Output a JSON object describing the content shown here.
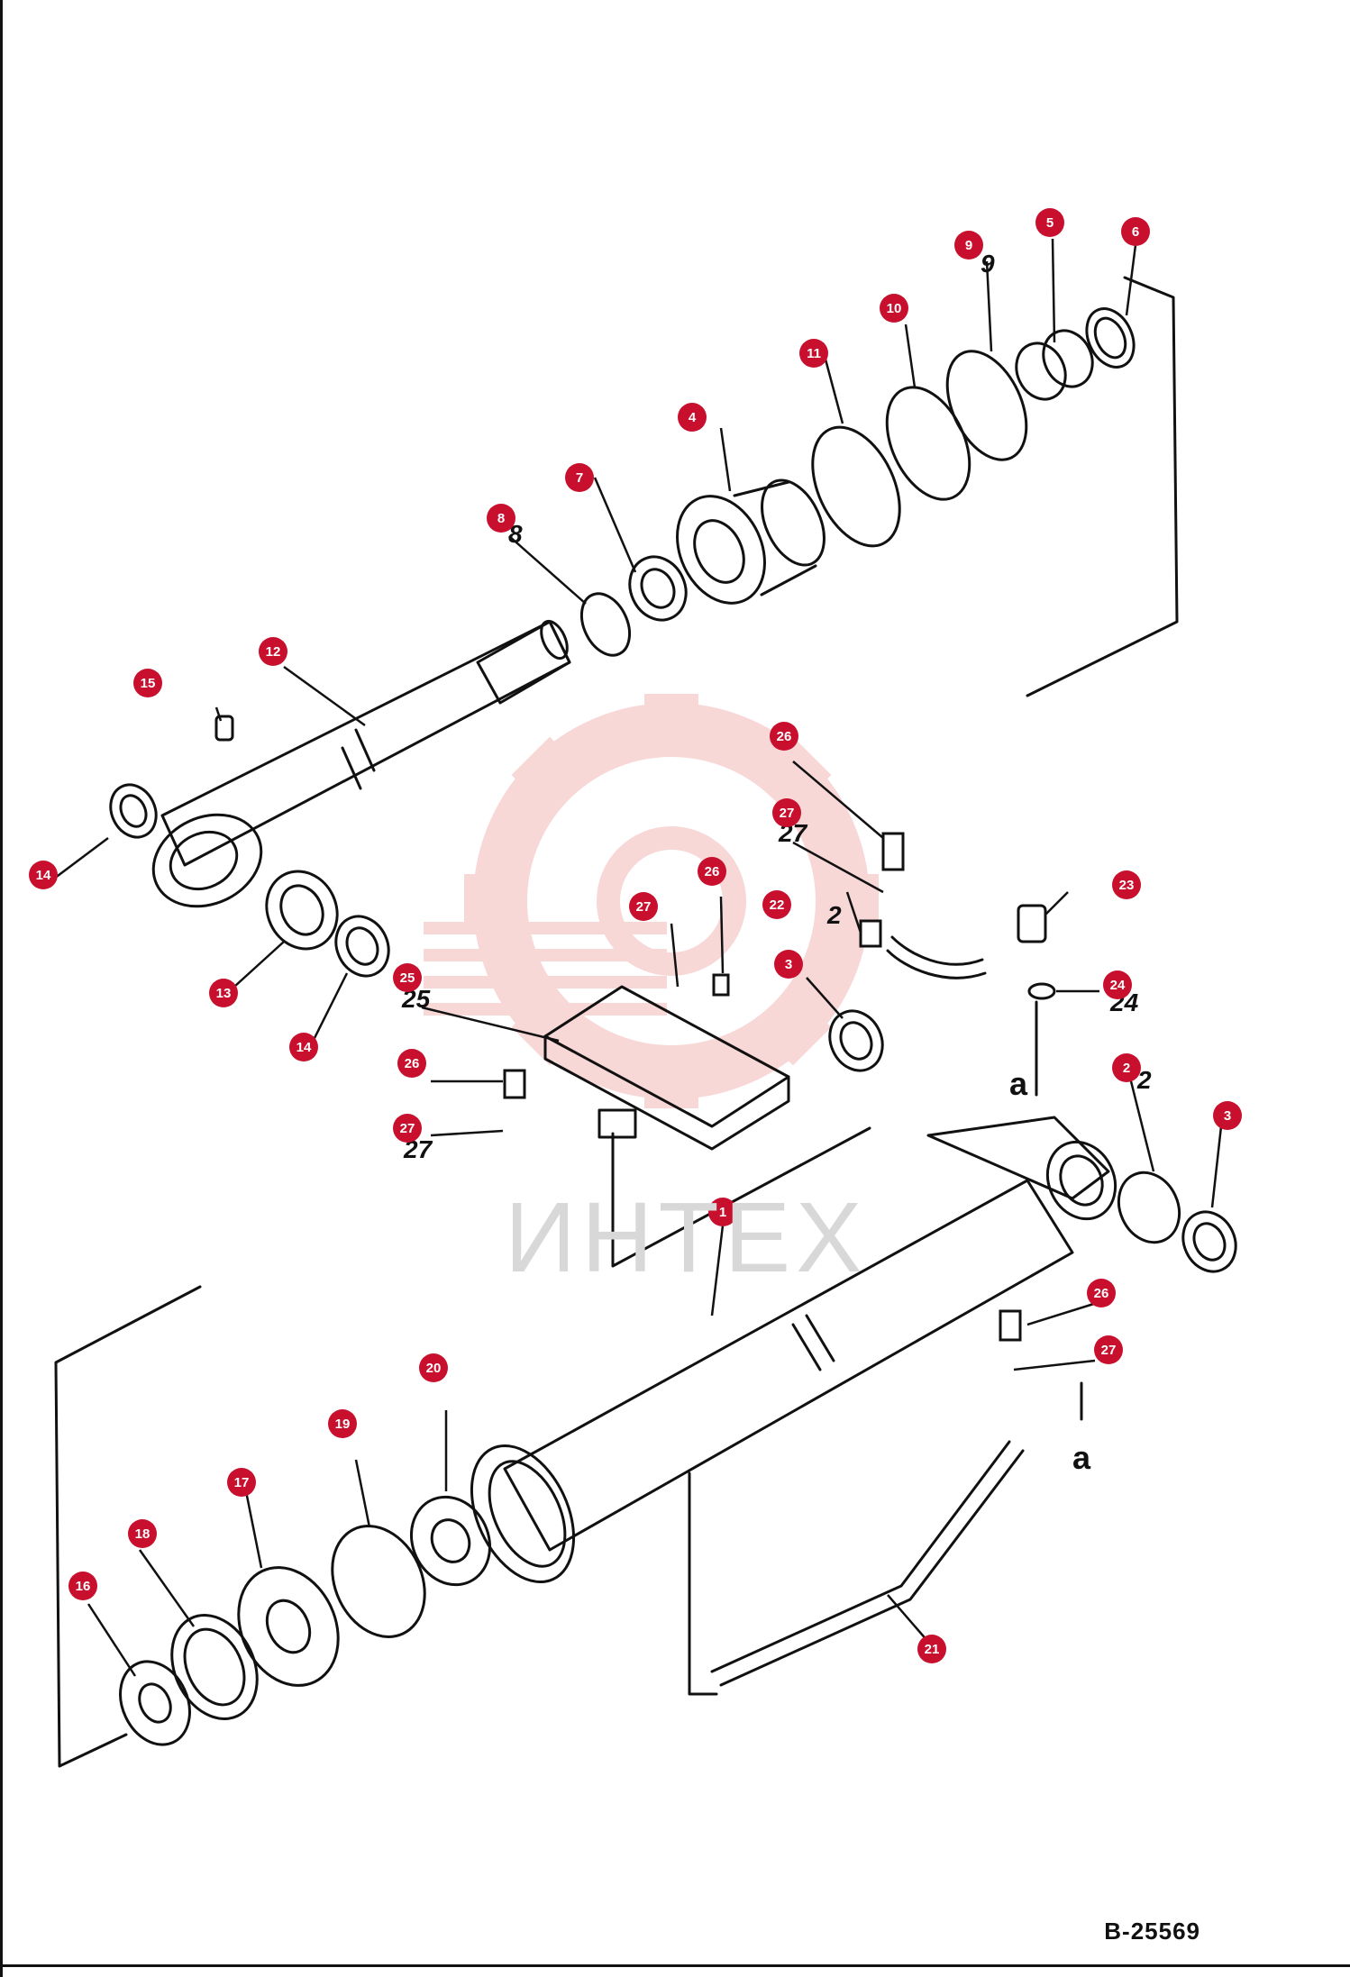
{
  "diagram": {
    "reference_code": "B-25569",
    "watermark": "ИНТЕХ",
    "letters": {
      "a_top": "a",
      "a_bottom": "a"
    },
    "markers": [
      {
        "id": "m1",
        "label": "1"
      },
      {
        "id": "m2",
        "label": "2"
      },
      {
        "id": "m3a",
        "label": "3"
      },
      {
        "id": "m3b",
        "label": "3"
      },
      {
        "id": "m4",
        "label": "4"
      },
      {
        "id": "m5",
        "label": "5"
      },
      {
        "id": "m6",
        "label": "6"
      },
      {
        "id": "m7",
        "label": "7"
      },
      {
        "id": "m8",
        "label": "8"
      },
      {
        "id": "m9",
        "label": "9"
      },
      {
        "id": "m10",
        "label": "10"
      },
      {
        "id": "m11",
        "label": "11"
      },
      {
        "id": "m12",
        "label": "12"
      },
      {
        "id": "m13",
        "label": "13"
      },
      {
        "id": "m14a",
        "label": "14"
      },
      {
        "id": "m14b",
        "label": "14"
      },
      {
        "id": "m15",
        "label": "15"
      },
      {
        "id": "m16",
        "label": "16"
      },
      {
        "id": "m17",
        "label": "17"
      },
      {
        "id": "m18",
        "label": "18"
      },
      {
        "id": "m19",
        "label": "19"
      },
      {
        "id": "m20",
        "label": "20"
      },
      {
        "id": "m21",
        "label": "21"
      },
      {
        "id": "m22",
        "label": "22"
      },
      {
        "id": "m23",
        "label": "23"
      },
      {
        "id": "m24",
        "label": "24"
      },
      {
        "id": "m25",
        "label": "25"
      },
      {
        "id": "m26a",
        "label": "26"
      },
      {
        "id": "m26b",
        "label": "26"
      },
      {
        "id": "m26c",
        "label": "26"
      },
      {
        "id": "m26d",
        "label": "26"
      },
      {
        "id": "m27a",
        "label": "27"
      },
      {
        "id": "m27b",
        "label": "27"
      },
      {
        "id": "m27c",
        "label": "27"
      },
      {
        "id": "m27d",
        "label": "27"
      }
    ],
    "printed_numbers": {
      "n8": "8",
      "n9": "9",
      "n2": "2",
      "n22": "2",
      "n24": "24",
      "n25": "25",
      "n27a": "27",
      "n27b": "27"
    },
    "colors": {
      "marker_fill": "#c8102e",
      "line": "#111111",
      "watermark": "#f3c0c0"
    }
  }
}
